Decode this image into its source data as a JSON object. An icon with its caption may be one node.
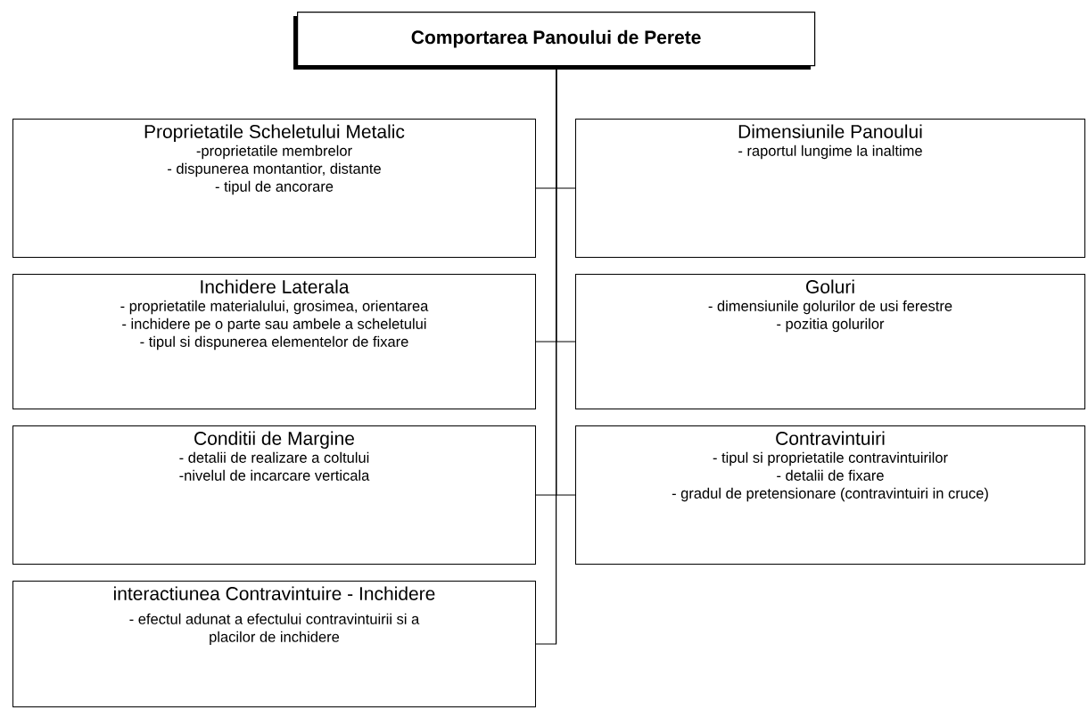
{
  "diagram": {
    "nodes": [
      {
        "text": [
          "Comportarea Panoului de Perete"
        ]
      },
      {
        "text": [
          "Proprietatile Scheletului Metalic",
          "-proprietatile membrelor",
          "- dispunerea montantior, distante",
          "- tipul de ancorare"
        ]
      },
      {
        "text": [
          "Dimensiunile Panoului",
          "- raportul lungime la inaltime"
        ]
      },
      {
        "text": [
          "Inchidere Laterala",
          "- proprietatile materialului, grosimea, orientarea",
          "- inchidere pe o parte sau ambele a scheletului",
          "- tipul si dispunerea elementelor de fixare"
        ]
      },
      {
        "text": [
          "Goluri",
          "- dimensiunile golurilor de usi ferestre",
          "- pozitia golurilor"
        ]
      },
      {
        "text": [
          "Conditii de Margine",
          "- detalii de realizare a coltului",
          "-nivelul de incarcare verticala"
        ]
      },
      {
        "text": [
          "Contravintuiri",
          "- tipul si proprietatile contravintuirilor",
          "- detalii de fixare",
          "- gradul de pretensionare (contravintuiri in cruce)"
        ]
      },
      {
        "text": [
          "interactiunea Contravintuire - Inchidere",
          "- efectul adunat a efectului contravintuirii si a placilor de inchidere"
        ]
      }
    ],
    "edges": [
      {
        "from": 0,
        "to": 1,
        "arrow": "none"
      },
      {
        "from": 0,
        "to": 2,
        "arrow": "none"
      },
      {
        "from": 0,
        "to": 3,
        "arrow": "none"
      },
      {
        "from": 0,
        "to": 4,
        "arrow": "none"
      },
      {
        "from": 0,
        "to": 5,
        "arrow": "none"
      },
      {
        "from": 0,
        "to": 6,
        "arrow": "none"
      },
      {
        "from": 0,
        "to": 7,
        "arrow": "none"
      }
    ]
  }
}
